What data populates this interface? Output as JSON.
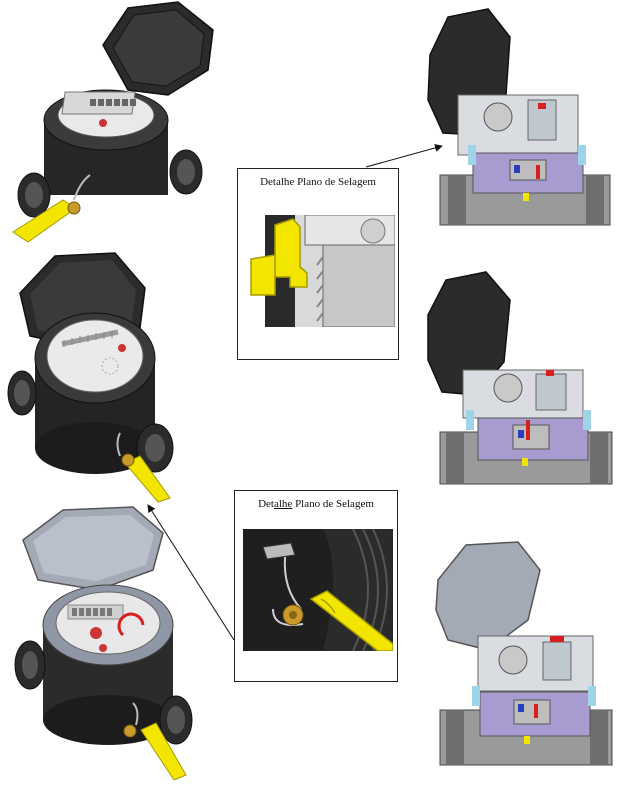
{
  "figure": {
    "meters": [
      {
        "id": "meter-1",
        "kind": "closed-dial",
        "tone": "dark"
      },
      {
        "id": "meter-2",
        "kind": "round-dial",
        "tone": "dark"
      },
      {
        "id": "meter-3",
        "kind": "grey-cover",
        "tone": "grey"
      }
    ],
    "cutaways": [
      {
        "id": "cutaway-1"
      },
      {
        "id": "cutaway-2"
      },
      {
        "id": "cutaway-3"
      }
    ],
    "detail_top": {
      "title": "Detalhe Plano de Selagem"
    },
    "detail_bottom": {
      "title_prefix": "Det",
      "title_underlined": "alhe",
      "title_suffix": " Plano de Selagem"
    },
    "colors": {
      "seal_yellow": "#f2e600",
      "body_dark": "#2a2a2a",
      "body_grey": "#8f97a6",
      "cut_lilac": "#a79bd0",
      "cut_grey": "#bdbdbd",
      "accent_red": "#d81f1f",
      "accent_blue": "#2a3fbf"
    }
  }
}
